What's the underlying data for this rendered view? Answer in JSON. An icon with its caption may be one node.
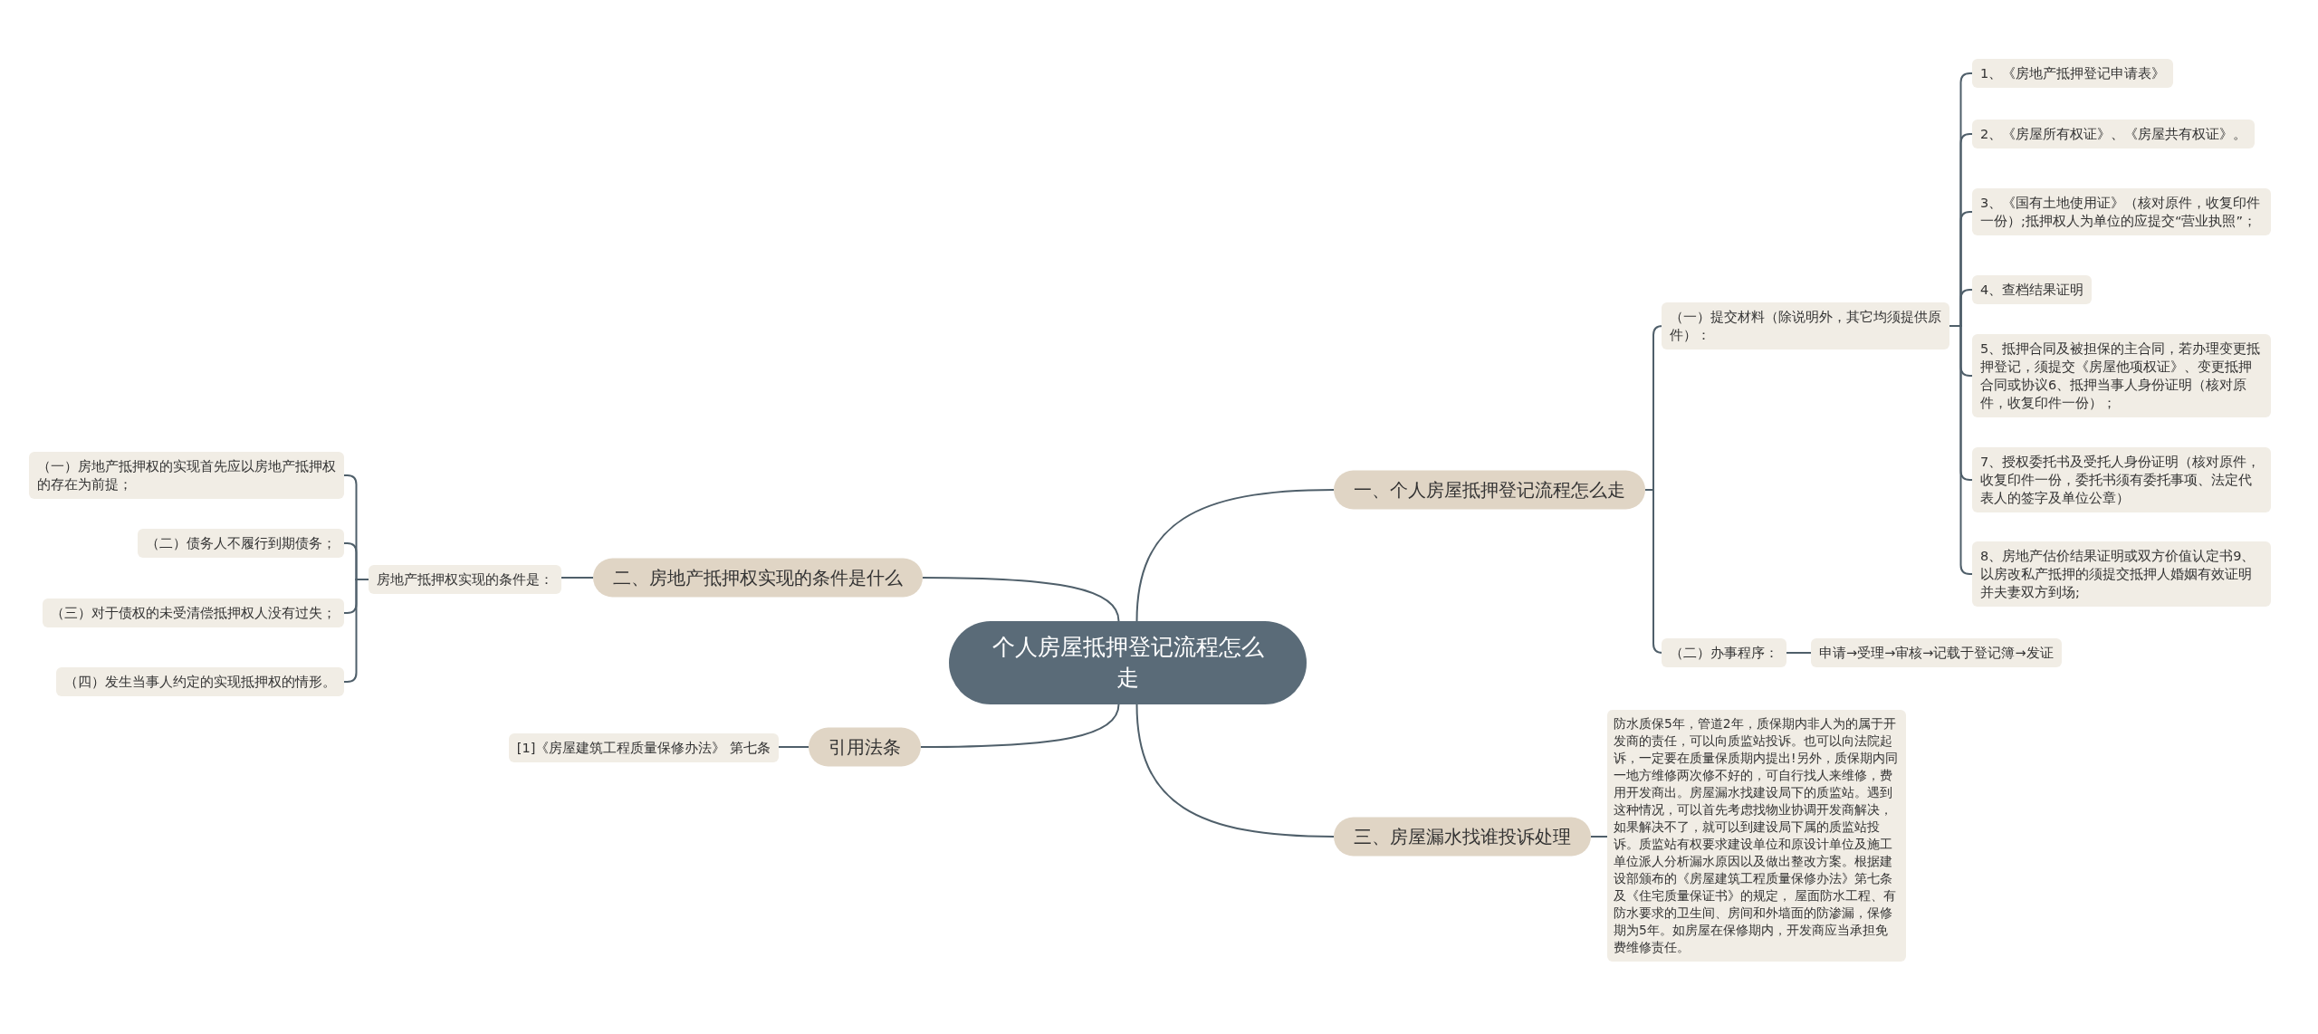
{
  "diagram": {
    "nodes": [
      {
        "text": [
          "个人房屋抵押登记流程怎么走"
        ]
      },
      {
        "text": [
          "一、个人房屋抵押登记流程怎么走"
        ]
      },
      {
        "text": [
          "（一）提交材料（除说明外，其它均须提供原件）："
        ]
      },
      {
        "text": [
          "1、《房地产抵押登记申请表》"
        ]
      },
      {
        "text": [
          "2、《房屋所有权证》、《房屋共有权证》。"
        ]
      },
      {
        "text": [
          "3、《国有土地使用证》（核对原件，收复印件一份）;抵押权人为单位的应提交“营业执照”；"
        ]
      },
      {
        "text": [
          "4、查档结果证明"
        ]
      },
      {
        "text": [
          "5、抵押合同及被担保的主合同，若办理变更抵押登记，须提交《房屋他项权证》、变更抵押合同或协议6、抵押当事人身份证明（核对原件，收复印件一份）；"
        ]
      },
      {
        "text": [
          "7、授权委托书及受托人身份证明（核对原件，收复印件一份，委托书须有委托事项、法定代表人的签字及单位公章）"
        ]
      },
      {
        "text": [
          "8、房地产估价结果证明或双方价值认定书9、以房改私产抵押的须提交抵押人婚姻有效证明并夫妻双方到场;"
        ]
      },
      {
        "text": [
          "（二）办事程序："
        ]
      },
      {
        "text": [
          "申请→受理→审核→记载于登记簿→发证"
        ]
      },
      {
        "text": [
          "二、房地产抵押权实现的条件是什么"
        ]
      },
      {
        "text": [
          "房地产抵押权实现的条件是："
        ]
      },
      {
        "text": [
          "（一）房地产抵押权的实现首先应以房地产抵押权的存在为前提；"
        ]
      },
      {
        "text": [
          "（二）债务人不履行到期债务；"
        ]
      },
      {
        "text": [
          "（三）对于债权的未受清偿抵押权人没有过失；"
        ]
      },
      {
        "text": [
          "（四）发生当事人约定的实现抵押权的情形。"
        ]
      },
      {
        "text": [
          "引用法条"
        ]
      },
      {
        "text": [
          "[1]《房屋建筑工程质量保修办法》 第七条"
        ]
      },
      {
        "text": [
          "三、房屋漏水找谁投诉处理"
        ]
      },
      {
        "text": [
          "防水质保5年，管道2年，质保期内非人为的属于开发商的责任，可以向质监站投诉。也可以向法院起诉，一定要在质量保质期内提出!另外，质保期内同一地方维修两次修不好的，可自行找人来维修，费用开发商出。房屋漏水找建设局下的质监站。遇到这种情况，可以首先考虑找物业协调开发商解决，如果解决不了，就可以到建设局下属的质监站投诉。质监站有权要求建设单位和原设计单位及施工单位派人分析漏水原因以及做出整改方案。根据建设部颁布的《房屋建筑工程质量保修办法》第七条及《住宅质量保证书》的规定， 屋面防水工程、有防水要求的卫生间、房间和外墙面的防渗漏，保修期为5年。如房屋在保修期内，开发商应当承担免费维修责任。"
        ]
      }
    ],
    "edges": [
      {
        "from": 0,
        "to": 1,
        "arrow": "none"
      },
      {
        "from": 1,
        "to": 2,
        "arrow": "none"
      },
      {
        "from": 2,
        "to": 3,
        "arrow": "none"
      },
      {
        "from": 2,
        "to": 4,
        "arrow": "none"
      },
      {
        "from": 2,
        "to": 5,
        "arrow": "none"
      },
      {
        "from": 2,
        "to": 6,
        "arrow": "none"
      },
      {
        "from": 2,
        "to": 7,
        "arrow": "none"
      },
      {
        "from": 2,
        "to": 8,
        "arrow": "none"
      },
      {
        "from": 2,
        "to": 9,
        "arrow": "none"
      },
      {
        "from": 1,
        "to": 10,
        "arrow": "none"
      },
      {
        "from": 10,
        "to": 11,
        "arrow": "none"
      },
      {
        "from": 0,
        "to": 12,
        "arrow": "none"
      },
      {
        "from": 12,
        "to": 13,
        "arrow": "none"
      },
      {
        "from": 13,
        "to": 14,
        "arrow": "none"
      },
      {
        "from": 13,
        "to": 15,
        "arrow": "none"
      },
      {
        "from": 13,
        "to": 16,
        "arrow": "none"
      },
      {
        "from": 13,
        "to": 17,
        "arrow": "none"
      },
      {
        "from": 0,
        "to": 18,
        "arrow": "none"
      },
      {
        "from": 18,
        "to": 19,
        "arrow": "none"
      },
      {
        "from": 0,
        "to": 20,
        "arrow": "none"
      },
      {
        "from": 20,
        "to": 21,
        "arrow": "none"
      }
    ]
  }
}
